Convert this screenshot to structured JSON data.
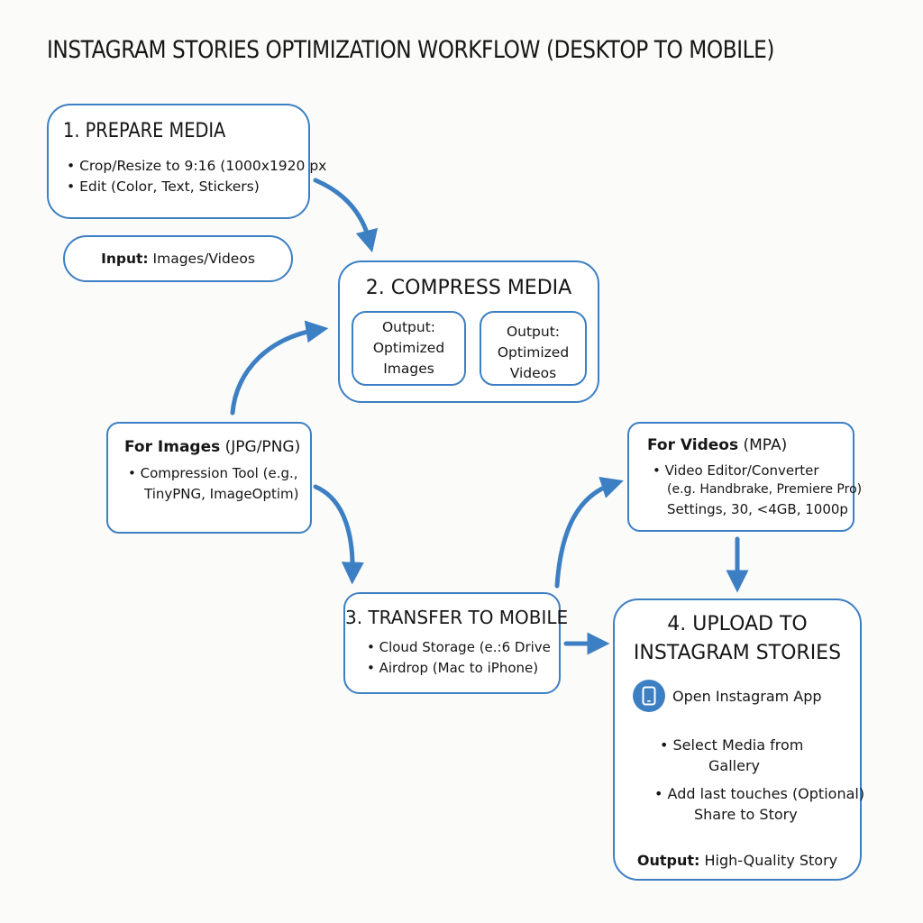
{
  "title": "INSTAGRAM STORIES OPTIMIZATION WORKFLOW (DESKTOP TO MOBILE)",
  "colors": {
    "accent": "#3d7fc3",
    "background": "#fbfbfa",
    "text": "#161616"
  },
  "step1": {
    "heading": "1. PREPARE MEDIA",
    "bullets": [
      "• Crop/Resize to 9:16 (1000x1920 px",
      "• Edit (Color, Text, Stickers)"
    ]
  },
  "input": {
    "label": "Input:",
    "value": " Images/Videos"
  },
  "step2": {
    "heading": "2. COMPRESS MEDIA",
    "out_images": [
      "Output:",
      "Optimized",
      "Images"
    ],
    "out_videos": [
      "Output:",
      "Optimized",
      "Videos"
    ]
  },
  "images_branch": {
    "heading_bold": "For Images",
    "heading_rest": " (JPG/PNG)",
    "lines": [
      "• Compression Tool (e.g.,",
      "TinyPNG, ImageOptim)"
    ]
  },
  "videos_branch": {
    "heading_bold": "For Videos",
    "heading_rest": " (MPA)",
    "lines": [
      "• Video Editor/Converter",
      "(e.g. Handbrake, Premiere Pro)",
      "Settings, 30, <4GB, 1000p"
    ]
  },
  "step3": {
    "heading": "3. TRANSFER TO MOBILE",
    "bullets": [
      "• Cloud Storage (e.:6 Drive",
      "• Airdrop (Mac to iPhone)"
    ]
  },
  "step4": {
    "heading_line1": "4. UPLOAD TO",
    "heading_line2": "INSTAGRAM STORIES",
    "open_app": "Open Instagram App",
    "select_1": "• Select Media from",
    "select_2": "Gallery",
    "touches_1": "• Add last touches (Optional)",
    "touches_2": "Share to Story",
    "output_label": "Output:",
    "output_value": " High-Quality Story",
    "phone_icon": "smartphone-icon"
  }
}
